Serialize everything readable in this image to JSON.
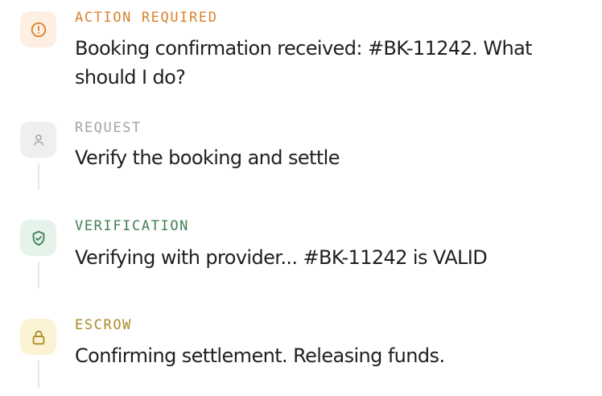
{
  "steps": [
    {
      "tag": "ACTION REQUIRED",
      "message": "Booking confirmation received: #BK-11242. What should I do?",
      "icon": "alert-circle-icon",
      "color": "#d9822b",
      "bg": "#fdf0e3"
    },
    {
      "tag": "REQUEST",
      "message": "Verify the booking and settle",
      "icon": "user-icon",
      "color": "#a3a3a3",
      "bg": "#efefef"
    },
    {
      "tag": "VERIFICATION",
      "message": "Verifying with provider... #BK-11242 is VALID",
      "icon": "shield-check-icon",
      "color": "#3f7f53",
      "bg": "#e6f3ea"
    },
    {
      "tag": "ESCROW",
      "message": "Confirming settlement. Releasing funds.",
      "icon": "lock-icon",
      "color": "#a98b27",
      "bg": "#fbf3d4"
    }
  ]
}
